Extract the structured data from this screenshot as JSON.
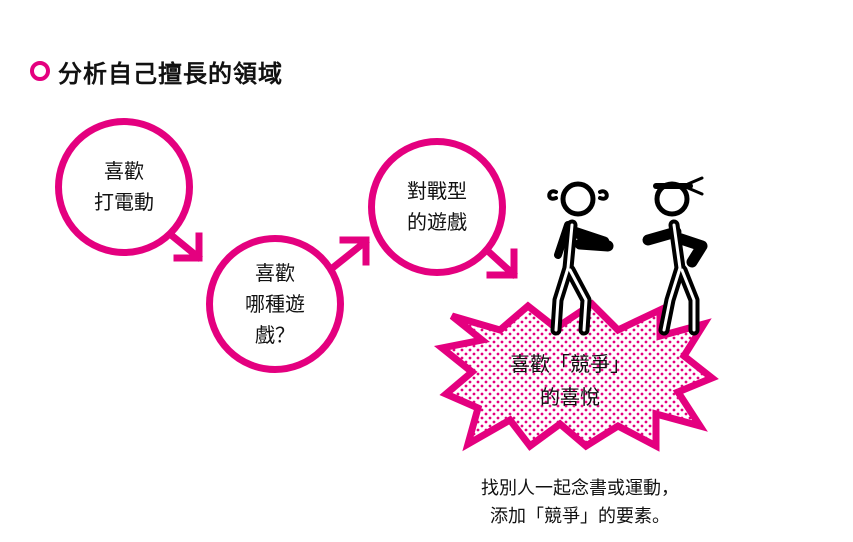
{
  "title": "分析自己擅長的領域",
  "flow": {
    "step1": "喜歡\n打電動",
    "step2": "喜歡\n哪種遊\n戲？",
    "step3": "對戰型\n的遊戲",
    "result": "喜歡「競爭」\n的喜悅"
  },
  "caption": "找別人一起念書或運動，\n添加「競爭」的要素。",
  "colors": {
    "accent": "#e4007f",
    "text": "#111111"
  },
  "icons": [
    "title-bullet-icon",
    "arrow-icon",
    "people-figures-icon",
    "burst-shape-icon"
  ]
}
